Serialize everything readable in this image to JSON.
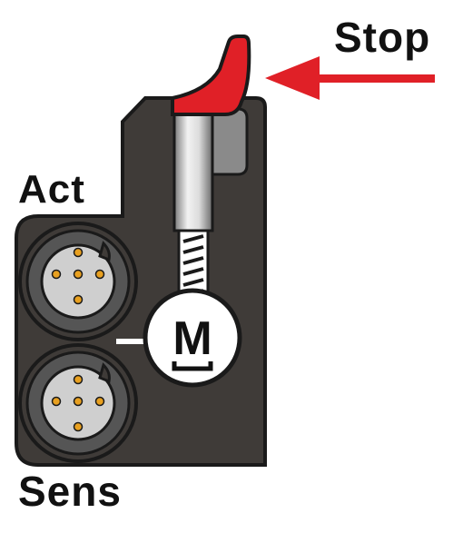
{
  "labels": {
    "stop": "Stop",
    "act": "Act",
    "sens": "Sens",
    "motor": "M"
  },
  "colors": {
    "housing": "#3f3b38",
    "housing_outline": "#1a1a1a",
    "stop_tab": "#e02027",
    "arrow": "#e02027",
    "plunger_light": "#f0f0f0",
    "plunger_dark": "#6e6e6e",
    "guide": "#8a8a8a",
    "connector_ring": "#555555",
    "connector_face": "#cfcfcf",
    "pin": "#e8a020",
    "motor_fill": "#ffffff",
    "text": "#111111"
  },
  "connectors": [
    {
      "name": "act",
      "pin_count": 5
    },
    {
      "name": "sens",
      "pin_count": 5
    }
  ]
}
